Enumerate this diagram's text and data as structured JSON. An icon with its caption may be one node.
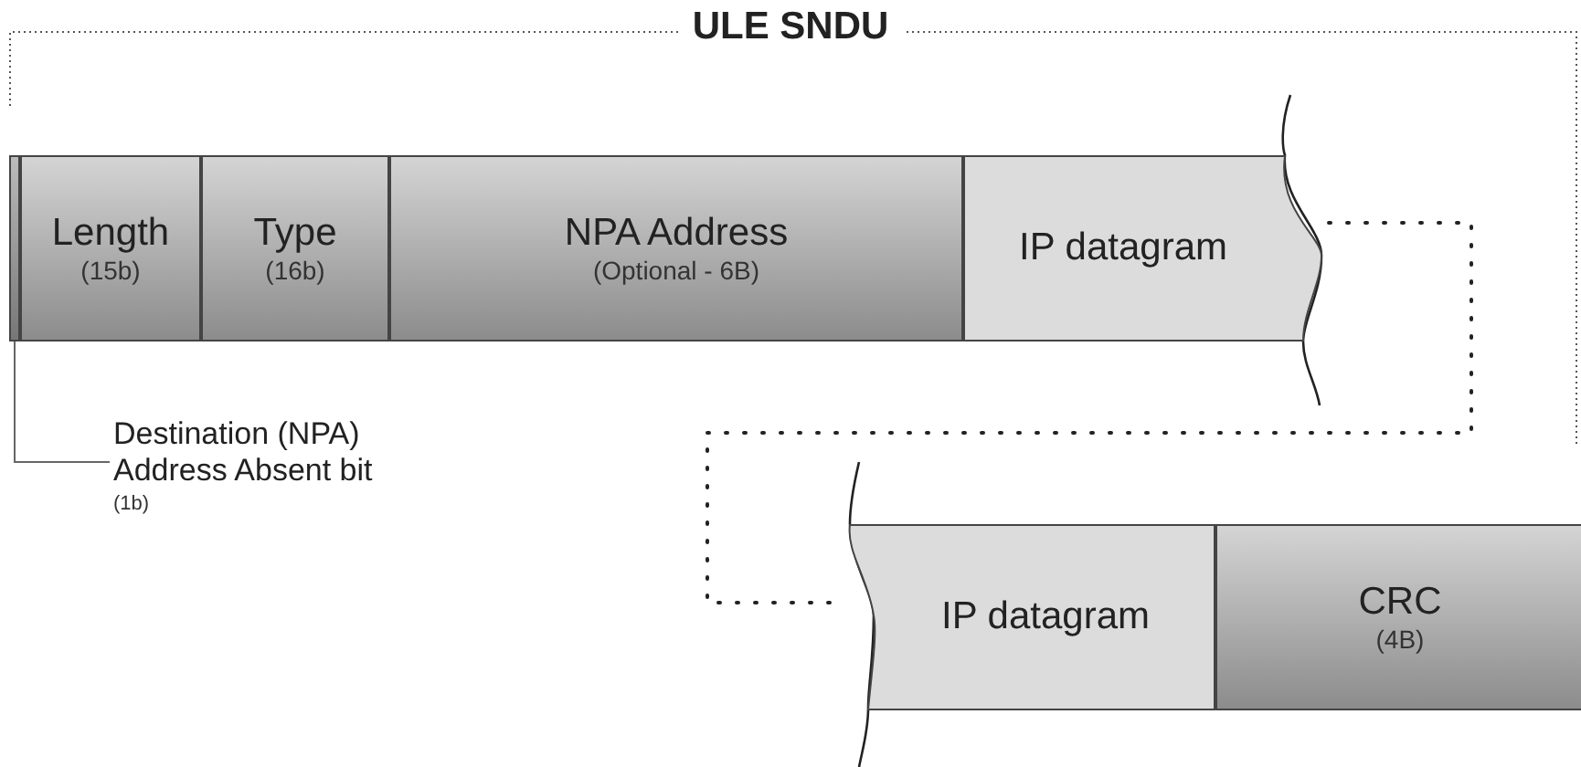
{
  "diagram": {
    "title": "ULE SNDU",
    "nodes": [
      {
        "text": [
          "Length",
          "(15b)"
        ]
      },
      {
        "text": [
          "Type",
          "(16b)"
        ]
      },
      {
        "text": [
          "NPA Address",
          "(Optional - 6B)"
        ]
      },
      {
        "text": [
          "IP datagram"
        ]
      },
      {
        "text": [
          "IP datagram"
        ]
      },
      {
        "text": [
          "CRC",
          "(4B)"
        ]
      },
      {
        "text": [],
        "shape": "bar"
      },
      {
        "text": [
          "Destination (NPA) Address Absent bit",
          "(1b)"
        ]
      }
    ],
    "edges": [
      {
        "from": 7,
        "to": 6,
        "arrow": "none"
      },
      {
        "from": 3,
        "to": 4,
        "arrow": "none",
        "style": "dashed"
      }
    ]
  }
}
